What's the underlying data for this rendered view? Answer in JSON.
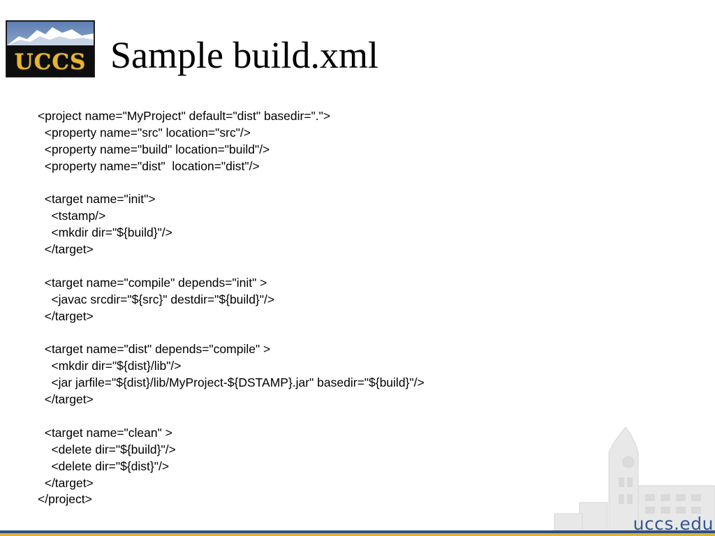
{
  "slide": {
    "logo_text": "UCCS",
    "title": "Sample build.xml",
    "code_lines": [
      "<project name=\"MyProject\" default=\"dist\" basedir=\".\">",
      "  <property name=\"src\" location=\"src\"/>",
      "  <property name=\"build\" location=\"build\"/>",
      "  <property name=\"dist\"  location=\"dist\"/>",
      "",
      "  <target name=\"init\">",
      "    <tstamp/>",
      "    <mkdir dir=\"${build}\"/>",
      "  </target>",
      "",
      "  <target name=\"compile\" depends=\"init\" >",
      "    <javac srcdir=\"${src}\" destdir=\"${build}\"/>",
      "  </target>",
      "",
      "  <target name=\"dist\" depends=\"compile\" >",
      "    <mkdir dir=\"${dist}/lib\"/>",
      "    <jar jarfile=\"${dist}/lib/MyProject-${DSTAMP}.jar\" basedir=\"${build}\"/>",
      "  </target>",
      "",
      "  <target name=\"clean\" >",
      "    <delete dir=\"${build}\"/>",
      "    <delete dir=\"${dist}\"/>",
      "  </target>",
      "</project>"
    ],
    "url": "uccs.edu"
  },
  "colors": {
    "logo_gold": "#e6b52e",
    "logo_sky": "#6f8fbf",
    "url_blue": "#35558f",
    "footer_dark": "#2f4f7f",
    "footer_gold": "#d9b23c"
  }
}
